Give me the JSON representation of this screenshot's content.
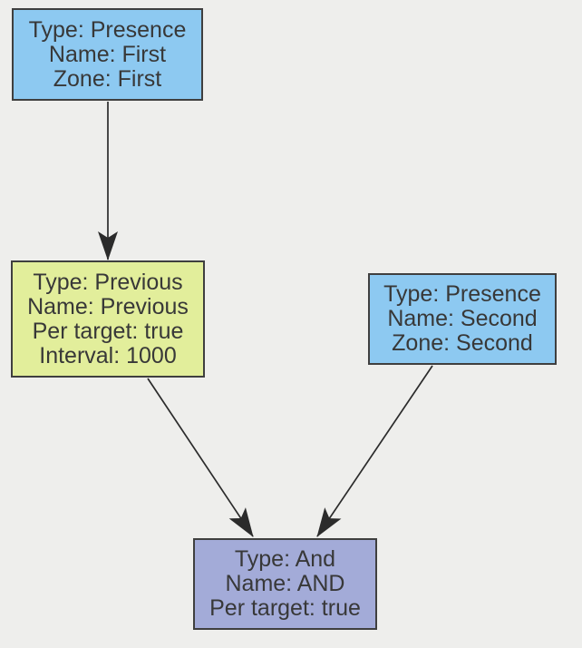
{
  "canvas": {
    "background": "#eeeeec"
  },
  "diagram": {
    "edge_color": "#2b2b2b",
    "node_border_color": "#3f3f3f",
    "nodes": [
      {
        "id": "presence-first",
        "fill": "#8dc9f1",
        "lines": [
          "Type: Presence",
          "Name: First",
          "Zone: First"
        ]
      },
      {
        "id": "previous",
        "fill": "#e2ee9b",
        "lines": [
          "Type: Previous",
          "Name: Previous",
          "Per target: true",
          "Interval: 1000"
        ]
      },
      {
        "id": "presence-second",
        "fill": "#8dc9f1",
        "lines": [
          "Type: Presence",
          "Name: Second",
          "Zone: Second"
        ]
      },
      {
        "id": "and",
        "fill": "#a3abd8",
        "lines": [
          "Type: And",
          "Name: AND",
          "Per target: true"
        ]
      }
    ],
    "edges": [
      {
        "from": "presence-first",
        "to": "previous"
      },
      {
        "from": "previous",
        "to": "and"
      },
      {
        "from": "presence-second",
        "to": "and"
      }
    ]
  }
}
